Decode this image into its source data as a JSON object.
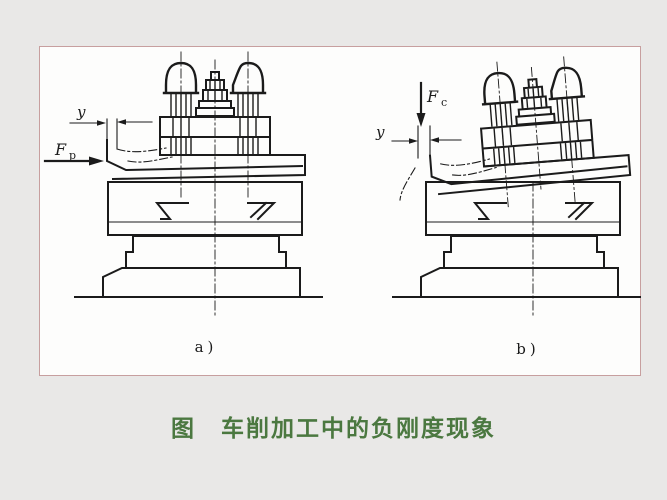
{
  "page": {
    "background_color": "#e9e8e7",
    "ink_color": "#1b1b1b"
  },
  "panel": {
    "background_color": "#fdfdfc",
    "border_color": "#c79f9f"
  },
  "caption": {
    "text": "图　车削加工中的负刚度现象",
    "color": "#4b7840"
  },
  "diagram_a": {
    "sublabel": "a)",
    "displacement_label": "y",
    "force_label": "F",
    "force_subscript": "p"
  },
  "diagram_b": {
    "sublabel": "b)",
    "displacement_label": "y",
    "force_label": "F",
    "force_subscript": "c"
  }
}
